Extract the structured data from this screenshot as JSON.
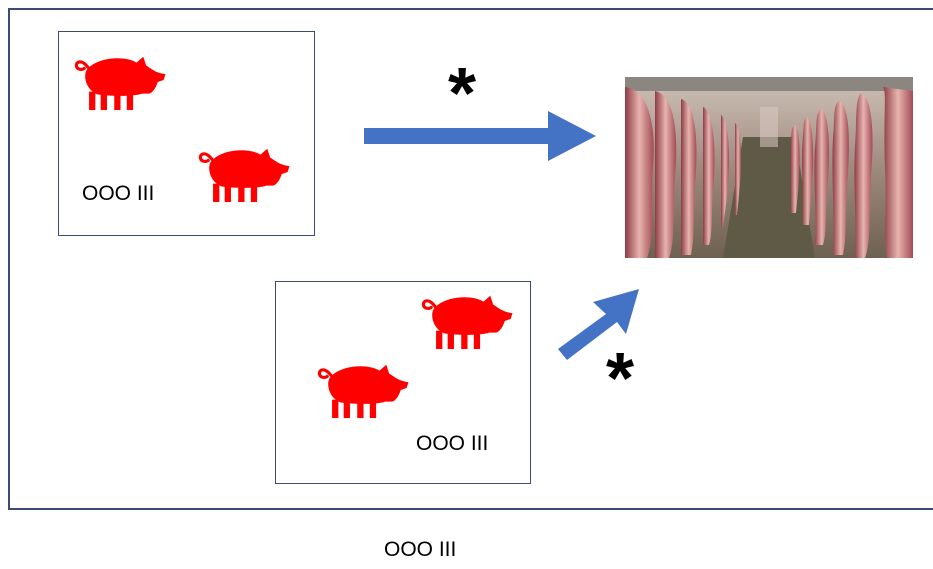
{
  "farm_a": {
    "label": "OOO III"
  },
  "farm_b": {
    "label": "OOO III"
  },
  "arrow_marks": {
    "top": "*",
    "bottom": "*"
  },
  "caption": "OOO III",
  "colors": {
    "pig": "#ff0000",
    "arrow": "#4472c4",
    "border": "#3b4c6e"
  },
  "icons": {
    "animal": "pig-icon",
    "destination": "slaughterhouse-carcass-photo"
  }
}
